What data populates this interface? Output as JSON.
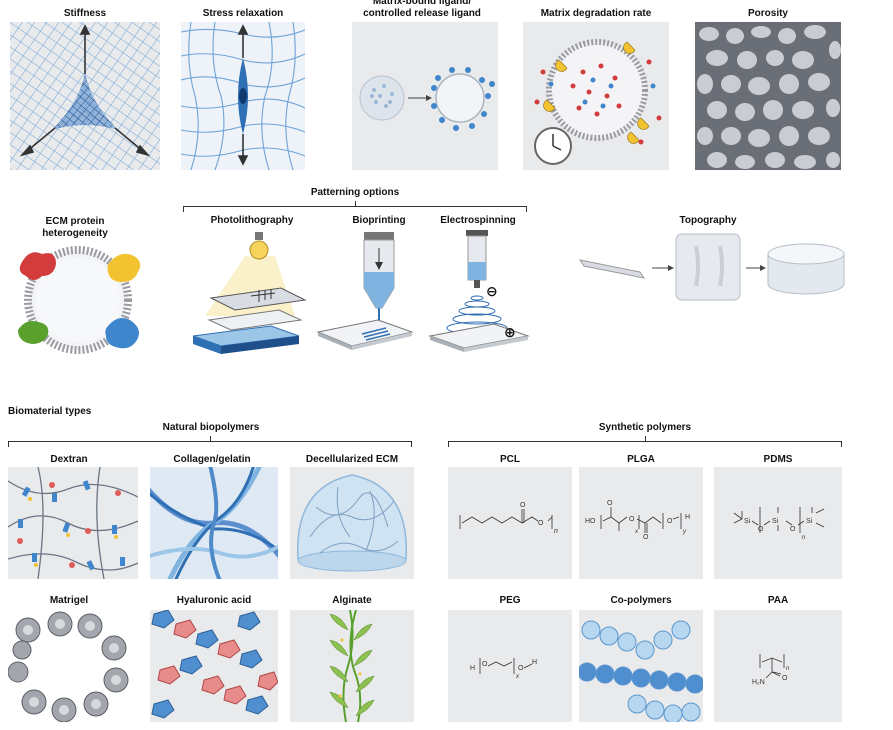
{
  "properties": {
    "stiffness": "Stiffness",
    "stress_relaxation": "Stress relaxation",
    "ligand_line1": "Matrix-bound ligand/",
    "ligand_line2": "controlled release ligand",
    "degradation": "Matrix degradation rate",
    "porosity": "Porosity",
    "ecm_line1": "ECM protein",
    "ecm_line2": "heterogeneity",
    "topography": "Topography"
  },
  "patterning": {
    "title": "Patterning options",
    "photolithography": "Photolithography",
    "bioprinting": "Bioprinting",
    "electrospinning": "Electrospinning",
    "minus_sign": "⊖",
    "plus_sign": "⊕"
  },
  "biomaterials": {
    "title": "Biomaterial types",
    "natural": {
      "title": "Natural biopolymers",
      "items": [
        "Dextran",
        "Collagen/gelatin",
        "Decellularized ECM",
        "Matrigel",
        "Hyaluronic acid",
        "Alginate"
      ]
    },
    "synthetic": {
      "title": "Synthetic polymers",
      "items": [
        "PCL",
        "PLGA",
        "PDMS",
        "PEG",
        "Co-polymers",
        "PAA"
      ]
    }
  },
  "chem": {
    "pcl_n": "n",
    "plga_ho": "HO",
    "plga_x": "x",
    "plga_y": "y",
    "plga_h": "H",
    "pdms_si1": "Si",
    "pdms_si2": "Si",
    "pdms_si3": "Si",
    "pdms_o1": "O",
    "pdms_o2": "O",
    "pdms_n": "n",
    "peg_h1": "H",
    "peg_o1": "O",
    "peg_x": "x",
    "peg_o2": "O",
    "peg_h2": "H",
    "paa_n": "n",
    "paa_h2n": "H₂N",
    "paa_o": "O"
  },
  "colors": {
    "panel_bg": "#e9eaec",
    "blue": "#2f6fb3",
    "light_blue": "#9cc6e8",
    "red": "#d23c3c",
    "yellow": "#f2c230",
    "green": "#5aa02c",
    "grey": "#8a8c90"
  }
}
